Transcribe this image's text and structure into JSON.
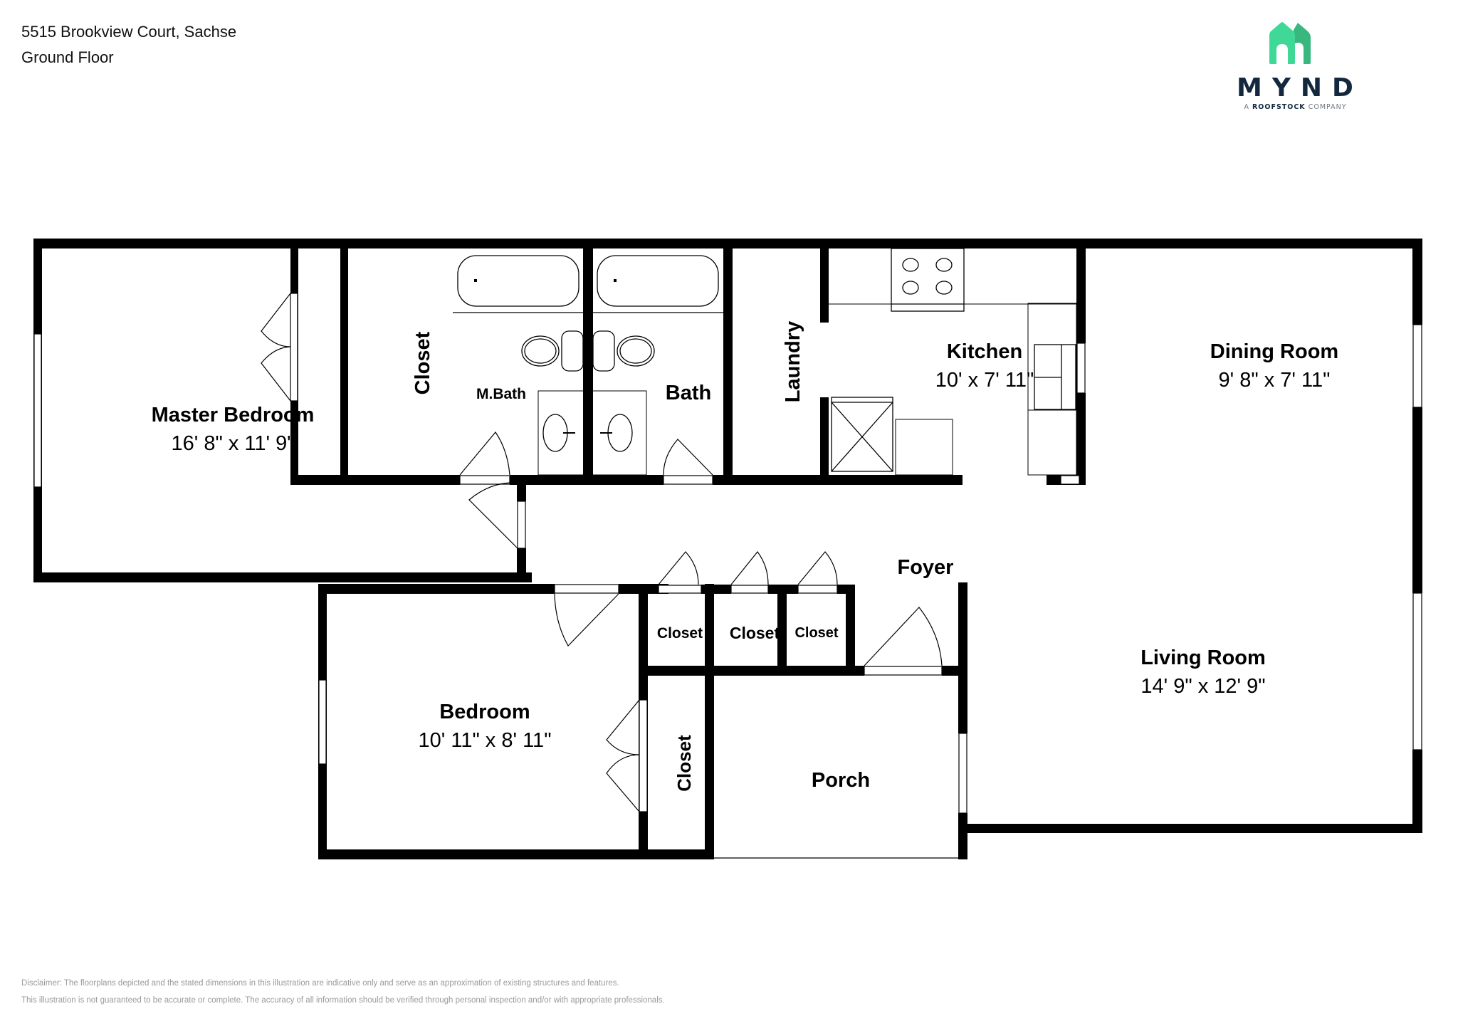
{
  "header": {
    "address": "5515 Brookview Court, Sachse",
    "floor": "Ground Floor"
  },
  "logo": {
    "wordmark": "MYND",
    "tagline_prefix": "A ",
    "tagline_brand": "ROOFSTOCK",
    "tagline_suffix": " COMPANY",
    "colors": {
      "house_left": "#3fd896",
      "house_right": "#38b87e",
      "wordmark": "#13283e"
    }
  },
  "rooms": {
    "master_bedroom": {
      "name": "Master Bedroom",
      "dims": "16' 8\" x 11' 9\""
    },
    "master_closet": {
      "name": "Closet"
    },
    "master_bath": {
      "name": "M.Bath"
    },
    "bath": {
      "name": "Bath"
    },
    "laundry": {
      "name": "Laundry"
    },
    "kitchen": {
      "name": "Kitchen",
      "dims": "10' x 7' 11\""
    },
    "dining_room": {
      "name": "Dining Room",
      "dims": "9' 8\" x 7' 11\""
    },
    "foyer": {
      "name": "Foyer"
    },
    "living_room": {
      "name": "Living Room",
      "dims": "14' 9\" x 12' 9\""
    },
    "bedroom": {
      "name": "Bedroom",
      "dims": "10' 11\" x 8' 11\""
    },
    "hall_closet_1": {
      "name": "Closet"
    },
    "hall_closet_2": {
      "name": "Closet"
    },
    "hall_closet_3": {
      "name": "Closet"
    },
    "bedroom_closet": {
      "name": "Closet"
    },
    "porch": {
      "name": "Porch"
    }
  },
  "disclaimer": {
    "line1": "Disclaimer: The floorplans depicted and the stated dimensions in this illustration are indicative only and serve as an approximation of existing structures and features.",
    "line2": "This illustration is not guaranteed to be accurate or complete. The accuracy of all information should be verified through personal inspection and/or with appropriate professionals."
  }
}
